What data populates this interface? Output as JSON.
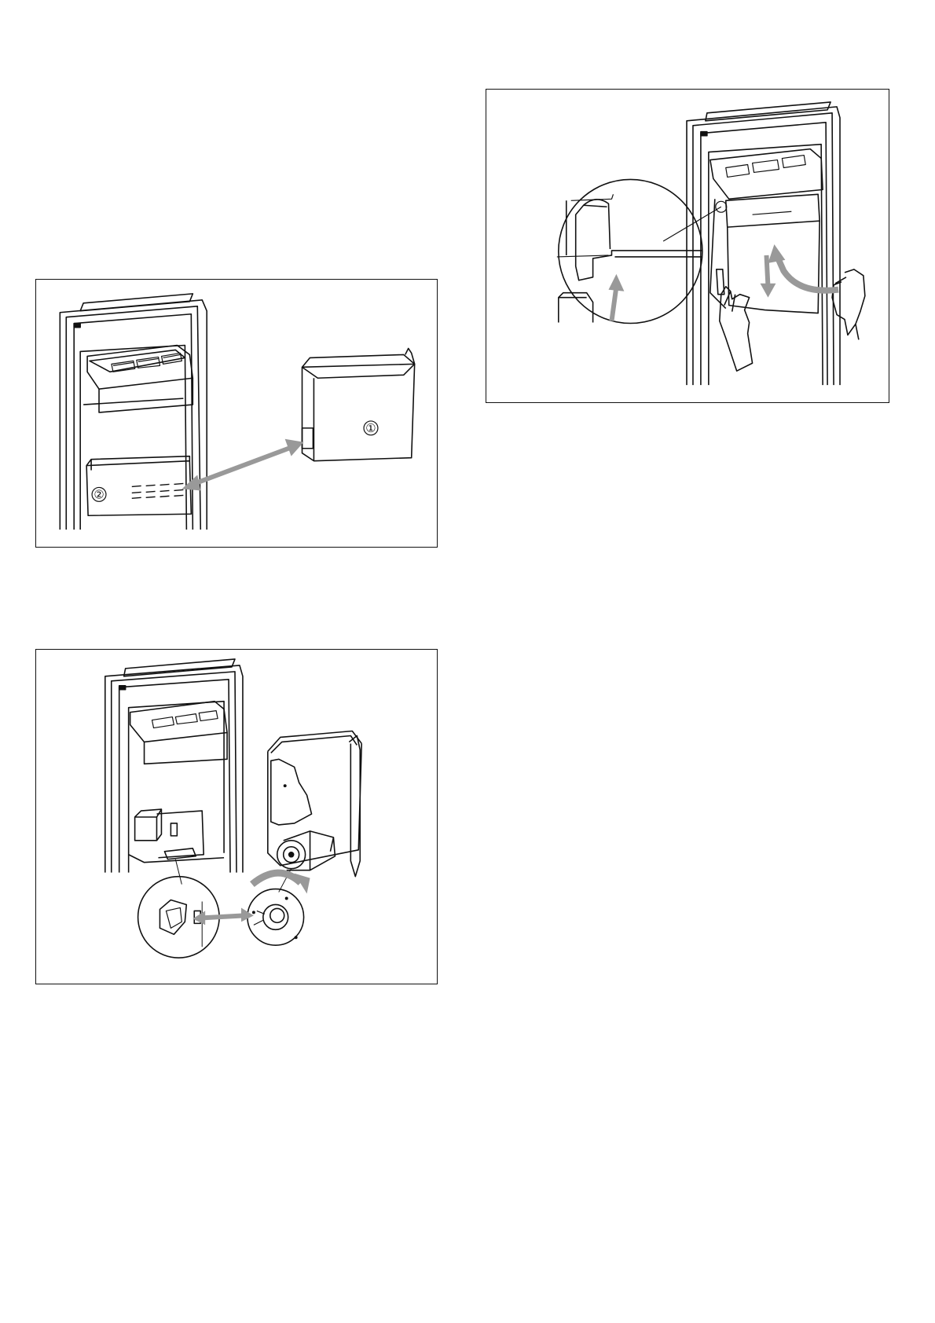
{
  "figures": [
    {
      "id": "fig-remove-ice-bucket",
      "callouts": [
        "①",
        "②"
      ]
    },
    {
      "id": "fig-bucket-drive-coupling",
      "callouts": []
    },
    {
      "id": "fig-install-ice-bucket",
      "callouts": []
    }
  ],
  "colors": {
    "line": "#111111",
    "arrow": "#999999",
    "background": "#ffffff"
  }
}
